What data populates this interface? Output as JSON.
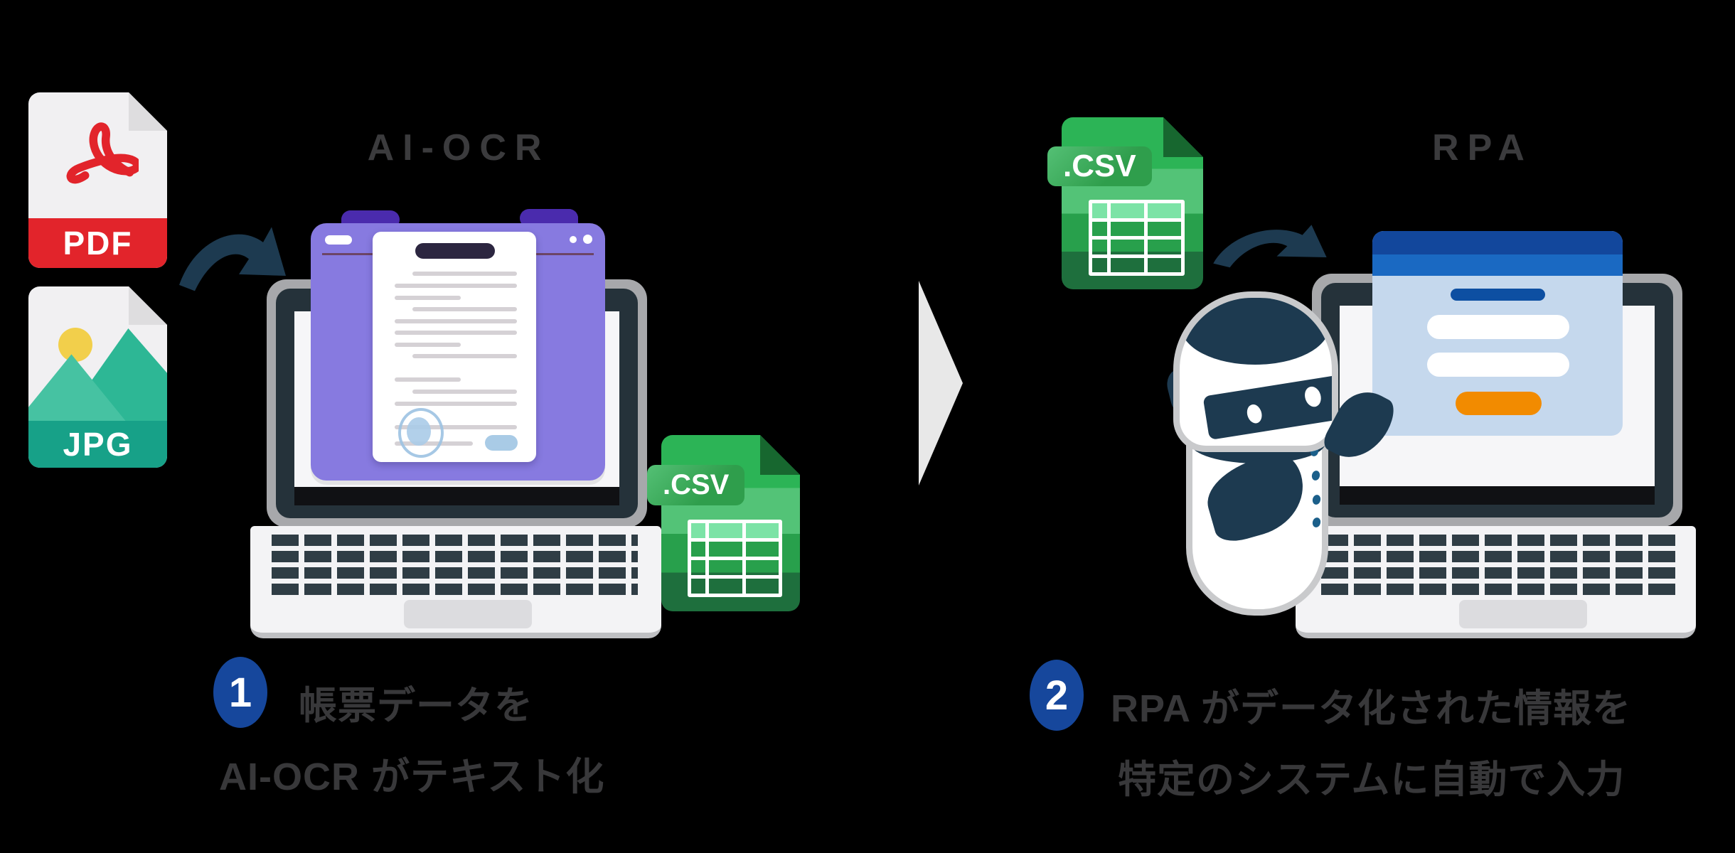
{
  "illustration": {
    "left": {
      "title": "AI-OCR",
      "pdf_file_icon": {
        "label": "PDF"
      },
      "jpg_file_icon": {
        "label": "JPG"
      },
      "csv_file_icon": {
        "label": ".CSV"
      },
      "step": {
        "number": "1",
        "line1": "帳票データを",
        "line2": "AI-OCR がテキスト化"
      }
    },
    "right": {
      "title": "RPA",
      "csv_file_icon": {
        "label": ".CSV"
      },
      "step": {
        "number": "2",
        "line1": "RPA がデータ化された情報を",
        "line2": "特定のシステムに自動で入力"
      }
    },
    "colors": {
      "background": "#000000",
      "title_gray": "#3b3b3d",
      "caption_gray": "#38383a",
      "badge_blue": "#16479c",
      "arrow_navy": "#1d3a50",
      "triangle_gray": "#e8e8e8",
      "pdf_red": "#e2242b",
      "jpg_teal": "#17a188",
      "csv_green": "#2cb456",
      "csv_green_dark": "#1e6f3d",
      "purple_window": "#877ae0",
      "purple_bracket": "#4a2bad",
      "scan_teal": "#12c3b2",
      "window_blue_dark": "#12479c",
      "window_blue": "#1a69c2",
      "window_blue_light": "#c5d8ed",
      "button_orange": "#f28b00",
      "laptop_dark": "#25323a"
    }
  }
}
